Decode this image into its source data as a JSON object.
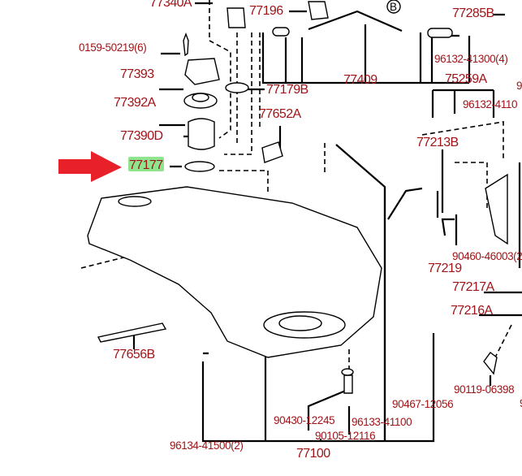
{
  "diagram": {
    "highlighted_part": "77177",
    "highlight_color": "#8ee58e",
    "arrow_color": "#e8202a",
    "label_color": "#a01418",
    "callout_letter": "B",
    "labels": {
      "p77340A": "77340A",
      "p77196": "77196",
      "p77285B": "77285B",
      "p90159": "0159-50219(6)",
      "p77393": "77393",
      "p77392A": "77392A",
      "p77179B": "77179B",
      "p77409": "77409",
      "p96132_41300": "96132-41300(4)",
      "p75259A": "75259A",
      "p96132_4110": "96132-4110",
      "p9a": "9",
      "p77652A": "77652A",
      "p77390D": "77390D",
      "p77177": "77177",
      "p77213B": "77213B",
      "p90460": "90460-46003(2",
      "p77219": "77219",
      "p77217A": "77217A",
      "p77216A": "77216A",
      "p77656B": "77656B",
      "p90119": "90119-06398",
      "p9b": "9",
      "p96134": "96134-41500(2)",
      "p90430": "90430-12245",
      "p96133": "96133-41100",
      "p90467": "90467-12056",
      "p90105": "90105-12116",
      "p77100": "77100"
    }
  }
}
